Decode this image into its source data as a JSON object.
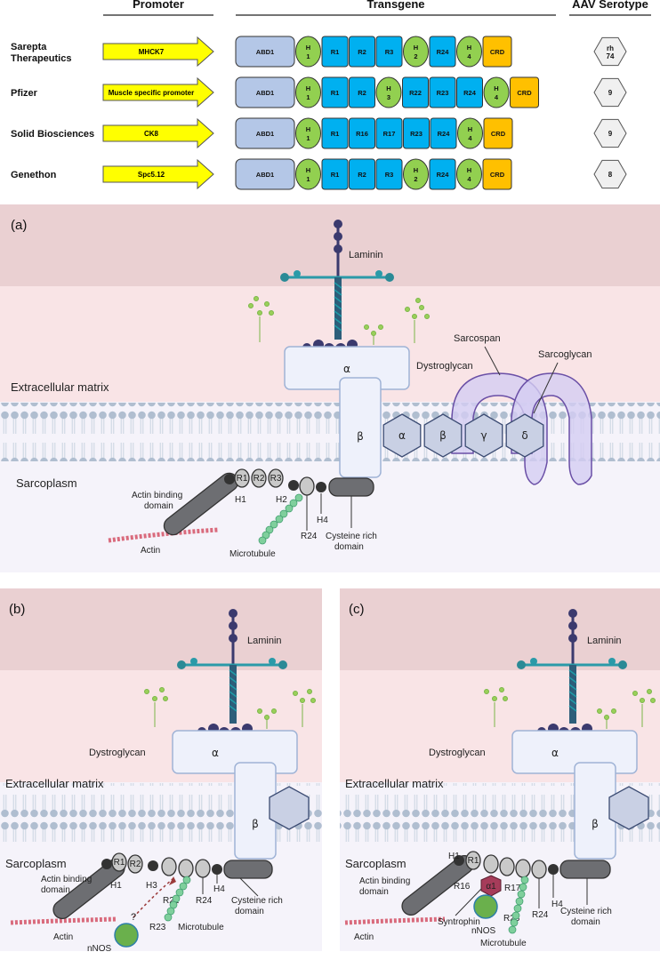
{
  "table": {
    "headers": {
      "promoter": "Promoter",
      "transgene": "Transgene",
      "serotype": "AAV Serotype"
    },
    "rows": [
      {
        "company": [
          "Sarepta",
          "Therapeutics"
        ],
        "promoter": "MHCK7",
        "domains": [
          "ABD1",
          "H|1",
          "R1",
          "R2",
          "R3",
          "H|2",
          "R24",
          "H|4",
          "CRD"
        ],
        "serotype": "rh|74"
      },
      {
        "company": [
          "Pfizer"
        ],
        "promoter": "Muscle specific promoter",
        "domains": [
          "ABD1",
          "H|1",
          "R1",
          "R2",
          "H|3",
          "R22",
          "R23",
          "R24",
          "H|4",
          "CRD"
        ],
        "serotype": "9"
      },
      {
        "company": [
          "Solid Biosciences"
        ],
        "promoter": "CK8",
        "domains": [
          "ABD1",
          "H|1",
          "R1",
          "R16",
          "R17",
          "R23",
          "R24",
          "H|4",
          "CRD"
        ],
        "serotype": "9"
      },
      {
        "company": [
          "Genethon"
        ],
        "promoter": "Spc5.12",
        "domains": [
          "ABD1",
          "H|1",
          "R1",
          "R2",
          "R3",
          "H|2",
          "R24",
          "H|4",
          "CRD"
        ],
        "serotype": "8"
      }
    ]
  },
  "colors": {
    "abd": "#b4c7e7",
    "hinge": "#92d050",
    "repeat": "#00b0f0",
    "crd": "#ffc000",
    "promoter": "#ffff00",
    "ecm": "#f9e4e6",
    "basal": "#ead0d2",
    "cyto": "#f5f3fa"
  },
  "panel_a": {
    "label": "(a)",
    "laminin": "Laminin",
    "dystroglycan": "Dystroglycan",
    "sarcospan": "Sarcospan",
    "sarcoglycan": "Sarcoglycan",
    "ecm": "Extracellular matrix",
    "sarcoplasm": "Sarcoplasm",
    "alpha": "α",
    "beta": "β",
    "sg": [
      "α",
      "β",
      "γ",
      "δ"
    ],
    "abd": [
      "Actin binding",
      "domain"
    ],
    "h1": "H1",
    "h2": "H2",
    "h4": "H4",
    "r24": "R24",
    "r": [
      "R1",
      "R2",
      "R3"
    ],
    "actin": "Actin",
    "microtubule": "Microtubule",
    "crd": [
      "Cysteine rich",
      "domain"
    ]
  },
  "panel_b": {
    "label": "(b)",
    "laminin": "Laminin",
    "dystroglycan": "Dystroglycan",
    "ecm": "Extracellular matrix",
    "sarcoplasm": "Sarcoplasm",
    "alpha": "α",
    "beta": "β",
    "r": [
      "R1",
      "R2"
    ],
    "abd": [
      "Actin binding",
      "domain"
    ],
    "h1": "H1",
    "h3": "H3",
    "r22": "R22",
    "r23": "R23",
    "r24": "R24",
    "h4": "H4",
    "question": "?",
    "nnos": "nNOS",
    "actin": "Actin",
    "microtubule": "Microtubule",
    "crd": [
      "Cysteine rich",
      "domain"
    ]
  },
  "panel_c": {
    "label": "(c)",
    "laminin": "Laminin",
    "dystroglycan": "Dystroglycan",
    "ecm": "Extracellular matrix",
    "sarcoplasm": "Sarcoplasm",
    "alpha": "α",
    "beta": "β",
    "h1": "H1",
    "r1": "R1",
    "abd": [
      "Actin binding",
      "domain"
    ],
    "r16": "R16",
    "r17": "R17",
    "r23": "R23",
    "r24": "R24",
    "h4": "H4",
    "a1": "α1",
    "syntrophin": "Syntrophin",
    "nnos": "nNOS",
    "actin": "Actin",
    "microtubule": "Microtubule",
    "crd": [
      "Cysteine rich",
      "domain"
    ]
  }
}
